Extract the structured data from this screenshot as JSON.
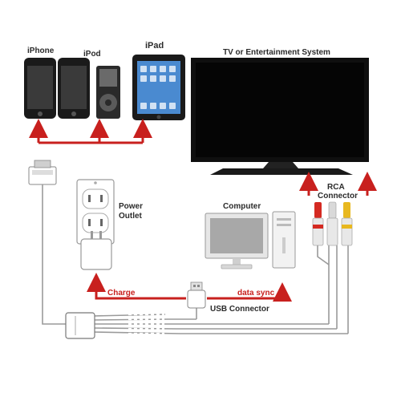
{
  "labels": {
    "iphone": "iPhone",
    "ipod": "iPod",
    "ipad": "iPad",
    "tv": "TV or Entertainment System",
    "power_outlet_line1": "Power",
    "power_outlet_line2": "Outlet",
    "computer": "Computer",
    "rca_line1": "RCA",
    "rca_line2": "Connector",
    "charge": "Charge",
    "data_sync": "data sync",
    "usb_connector": "USB Connector"
  },
  "colors": {
    "arrow_red": "#c8201e",
    "device_black": "#1a1a1a",
    "cable_gray": "#9a9a9a",
    "rca_red": "#d42a22",
    "rca_white": "#e8e8e8",
    "rca_yellow": "#e8b820"
  },
  "icons": {
    "iphone": "iphone-icon",
    "ipod": "ipod-icon",
    "ipad": "ipad-icon",
    "tv": "tv-icon",
    "outlet": "power-outlet-icon",
    "adapter": "power-adapter-icon",
    "computer": "computer-icon",
    "usb": "usb-connector-icon",
    "rca": "rca-connector-icon",
    "dock": "dock-connector-icon"
  }
}
